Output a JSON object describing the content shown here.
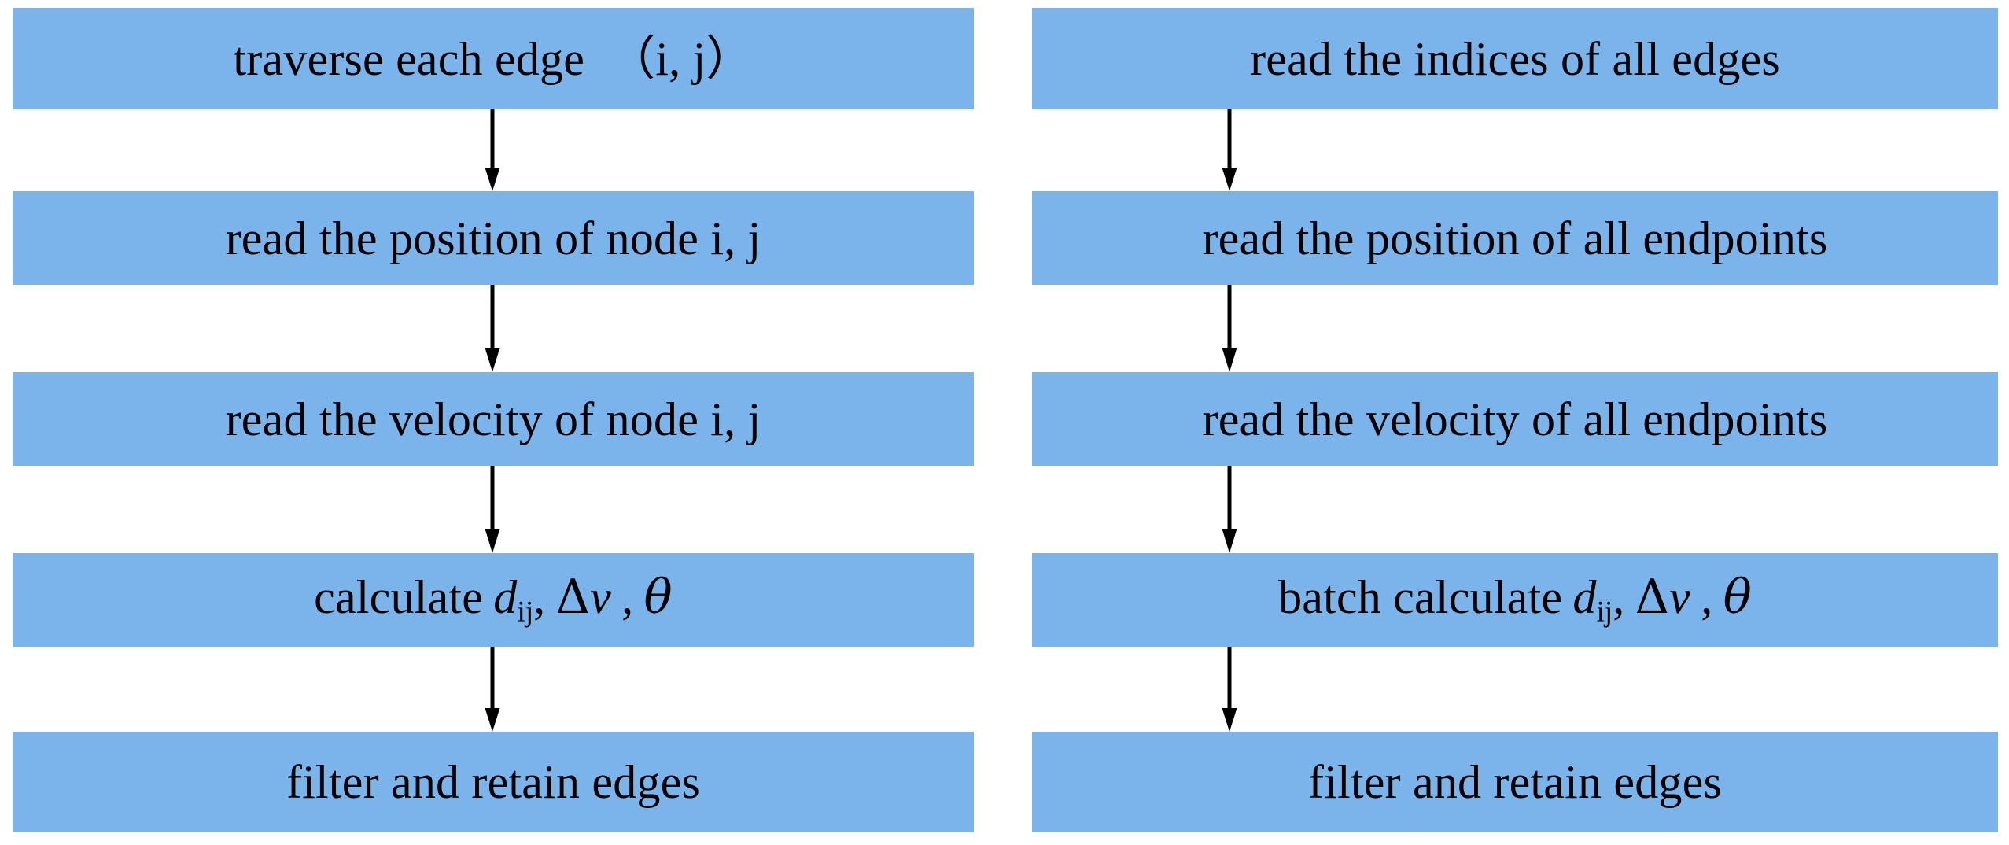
{
  "diagram": {
    "type": "flowchart",
    "orientation": "two-parallel-vertical-pipelines",
    "background_color": "#ffffff",
    "node_fill_color": "#7AB4EB",
    "node_text_color": "#000000",
    "arrow_color": "#000000",
    "columns": [
      {
        "id": "per-edge-loop-pipeline",
        "nodes": [
          {
            "id": "traverse-each-edge",
            "text": "traverse each edge",
            "suffix": "（i, j）",
            "has_math": false
          },
          {
            "id": "read-position-node-ij",
            "text": "read the position of node i, j",
            "has_math": false
          },
          {
            "id": "read-velocity-node-ij",
            "text": "read the velocity of node i, j",
            "has_math": false
          },
          {
            "id": "calculate-metrics",
            "text": "calculate",
            "has_math": true,
            "math": {
              "symbol_d": "d",
              "subscript_ij": "ij",
              "comma": ",",
              "delta": "Δ",
              "symbol_v": "v",
              "comma2": ",",
              "theta": "θ"
            }
          },
          {
            "id": "filter-and-retain-edges",
            "text": "filter and retain edges",
            "has_math": false
          }
        ]
      },
      {
        "id": "batched-vectorized-pipeline",
        "nodes": [
          {
            "id": "read-indices-all-edges",
            "text": "read the indices of all edges",
            "has_math": false
          },
          {
            "id": "read-position-all-endpoints",
            "text": "read the position of all endpoints",
            "has_math": false
          },
          {
            "id": "read-velocity-all-endpoints",
            "text": "read the velocity of all endpoints",
            "has_math": false
          },
          {
            "id": "batch-calculate-metrics",
            "text": "batch calculate",
            "has_math": true,
            "math": {
              "symbol_d": "d",
              "subscript_ij": "ij",
              "comma": ",",
              "delta": "Δ",
              "symbol_v": "v",
              "comma2": ",",
              "theta": "θ"
            }
          },
          {
            "id": "filter-and-retain-edges-2",
            "text": "filter and retain edges",
            "has_math": false
          }
        ]
      }
    ],
    "connectors": [
      {
        "from": "traverse-each-edge",
        "to": "read-position-node-ij",
        "style": "solid-down-arrow"
      },
      {
        "from": "read-position-node-ij",
        "to": "read-velocity-node-ij",
        "style": "solid-down-arrow"
      },
      {
        "from": "read-velocity-node-ij",
        "to": "calculate-metrics",
        "style": "solid-down-arrow"
      },
      {
        "from": "calculate-metrics",
        "to": "filter-and-retain-edges",
        "style": "solid-down-arrow"
      },
      {
        "from": "read-indices-all-edges",
        "to": "read-position-all-endpoints",
        "style": "solid-down-arrow"
      },
      {
        "from": "read-position-all-endpoints",
        "to": "read-velocity-all-endpoints",
        "style": "solid-down-arrow"
      },
      {
        "from": "read-velocity-all-endpoints",
        "to": "batch-calculate-metrics",
        "style": "solid-down-arrow"
      },
      {
        "from": "batch-calculate-metrics",
        "to": "filter-and-retain-edges-2",
        "style": "solid-down-arrow"
      }
    ]
  }
}
